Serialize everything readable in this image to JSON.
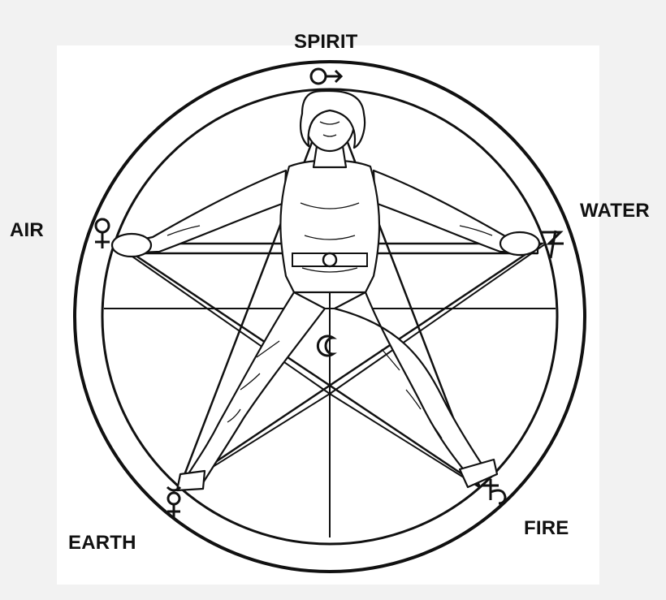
{
  "labels": {
    "spirit": "SPIRIT",
    "water": "WATER",
    "air": "AIR",
    "earth": "EARTH",
    "fire": "FIRE"
  },
  "symbols": {
    "top": "mars-symbol",
    "left": "venus-symbol",
    "right": "jupiter-symbol",
    "bottom_left": "mercury-symbol",
    "bottom_right": "saturn-symbol",
    "center": "moon-symbol"
  },
  "colors": {
    "ink": "#111111",
    "paper": "#ffffff",
    "background": "#f2f2f2"
  }
}
